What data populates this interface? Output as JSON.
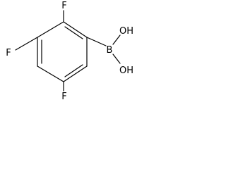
{
  "molecule": {
    "atoms": {
      "f_top": "F",
      "f_left": "F",
      "f_bottom": "F",
      "boron": "B",
      "oh_top": "OH",
      "oh_bottom": "OH"
    }
  }
}
